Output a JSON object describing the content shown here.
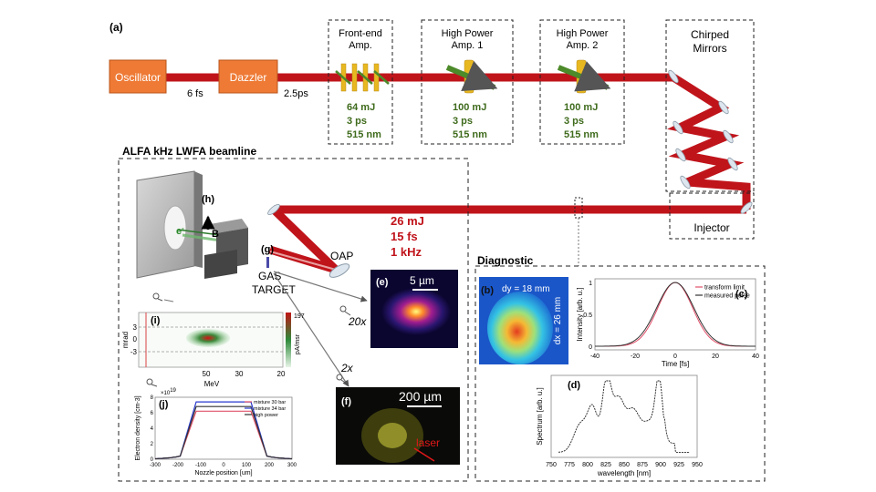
{
  "panel_a": {
    "letter": "(a)",
    "oscillator": "Oscillator",
    "dazzler": "Dazzler",
    "pulse_6fs": "6 fs",
    "pulse_25ps": "2.5ps",
    "frontend": {
      "title1": "Front-end",
      "title2": "Amp.",
      "energy": "64 mJ",
      "duration": "3 ps",
      "wavelength": "515 nm"
    },
    "hpa1": {
      "title1": "High Power",
      "title2": "Amp. 1",
      "energy": "100 mJ",
      "duration": "3 ps",
      "wavelength": "515 nm"
    },
    "hpa2": {
      "title1": "High Power",
      "title2": "Amp. 2",
      "energy": "100 mJ",
      "duration": "3 ps",
      "wavelength": "515 nm"
    },
    "chirped1": "Chirped",
    "chirped2": "Mirrors",
    "injector": "Injector",
    "output_energy": "26 mJ",
    "output_duration": "15 fs",
    "output_rate": "1 kHz"
  },
  "beamline": {
    "title": "ALFA kHz LWFA beamline",
    "label_h": "(h)",
    "label_B": "B",
    "label_e": "e",
    "label_g": "(g)",
    "gas1": "GAS",
    "gas2": "TARGET",
    "oap": "OAP",
    "mag20": "20x",
    "mag2": "2x",
    "panel_e": {
      "letter": "(e)",
      "scale": "5 µm"
    },
    "panel_f": {
      "letter": "(f)",
      "scale": "200 µm",
      "laser": "laser"
    },
    "panel_i": {
      "letter": "(i)",
      "ylabel": "mrad",
      "yticks": [
        "3",
        "0",
        "-3"
      ],
      "xticks": [
        "50",
        "30",
        "20"
      ],
      "xlabel": "MeV",
      "cbar_max": "197",
      "cbar_label": "pA/msr"
    },
    "panel_j": {
      "letter": "(j)",
      "exponent": "×10",
      "exp_power": "19",
      "ylabel": "Electron density [cm-3]",
      "xlabel": "Nozzle position [um]",
      "yticks": [
        "0",
        "2",
        "4",
        "6",
        "8"
      ],
      "xticks": [
        "-300",
        "-200",
        "-100",
        "0",
        "100",
        "200",
        "300"
      ],
      "legend": [
        "mixture 30 bar",
        "mixture 34 bar",
        "high power"
      ]
    }
  },
  "diagnostic": {
    "title": "Diagnostic",
    "panel_b": {
      "letter": "(b)",
      "dy": "dy = 18 mm",
      "dx": "dx = 26 mm"
    },
    "panel_c": {
      "letter": "(c)",
      "ylabel": "Intensity [arb. u.]",
      "xlabel": "Time [fs]",
      "yticks": [
        "0",
        "0.5",
        "1"
      ],
      "xticks": [
        "-40",
        "-20",
        "0",
        "20",
        "40"
      ],
      "legend": [
        "transform limit",
        "measured pulse"
      ]
    },
    "panel_d": {
      "letter": "(d)",
      "ylabel": "Spectrum [arb. u.]",
      "xlabel": "wavelength [nm]",
      "xticks": [
        "750",
        "775",
        "800",
        "825",
        "850",
        "875",
        "900",
        "925",
        "950"
      ]
    }
  },
  "colors": {
    "beam": "#c0141b",
    "box_orange": "#ee7a35",
    "green_text": "#3f6b1c",
    "red_text": "#c0141b",
    "amp_yellow": "#e8b820",
    "amp_green": "#4c8a2a"
  }
}
